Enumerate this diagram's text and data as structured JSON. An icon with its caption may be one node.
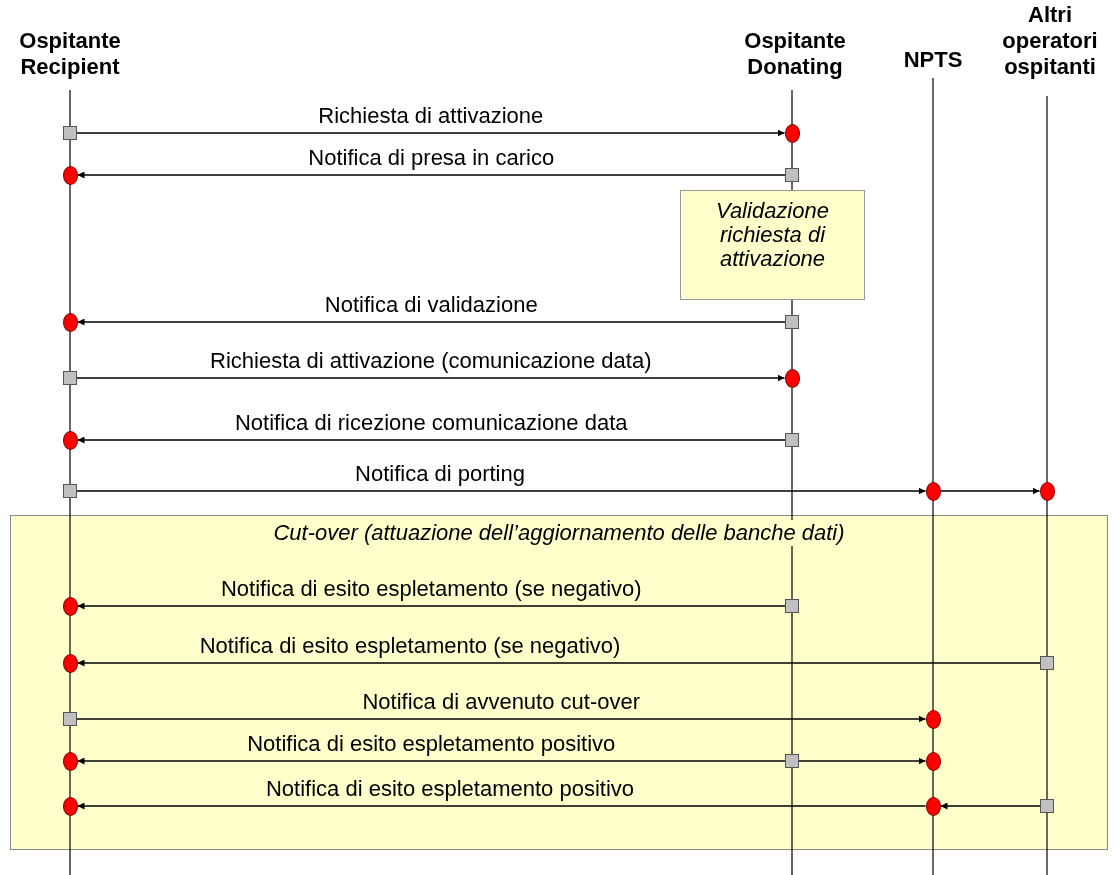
{
  "diagram": {
    "nodes": [
      {
        "text": [
          "Ospitante Recipient"
        ]
      },
      {
        "text": [
          "Ospitante Donating"
        ]
      },
      {
        "text": [
          "NPTS"
        ]
      },
      {
        "text": [
          "Altri operatori ospitanti"
        ]
      },
      {
        "text": [
          "Validazione richiesta di attivazione"
        ]
      },
      {
        "text": [
          "Cut-over (attuazione dell’aggiornamento delle banche dati)"
        ]
      },
      {
        "text": [],
        "shape": "box"
      },
      {
        "text": [],
        "shape": "circle"
      },
      {
        "text": [],
        "shape": "circle"
      },
      {
        "text": [],
        "shape": "box"
      },
      {
        "text": [],
        "shape": "circle"
      },
      {
        "text": [],
        "shape": "box"
      },
      {
        "text": [],
        "shape": "box"
      },
      {
        "text": [],
        "shape": "circle"
      },
      {
        "text": [],
        "shape": "circle"
      },
      {
        "text": [],
        "shape": "box"
      },
      {
        "text": [],
        "shape": "box"
      },
      {
        "text": [],
        "shape": "circle"
      },
      {
        "text": [],
        "shape": "circle"
      },
      {
        "text": [],
        "shape": "circle",
        "in": 5
      },
      {
        "text": [],
        "shape": "box",
        "in": 5
      },
      {
        "text": [],
        "shape": "circle",
        "in": 5
      },
      {
        "text": [],
        "shape": "box",
        "in": 5
      },
      {
        "text": [],
        "shape": "box",
        "in": 5
      },
      {
        "text": [],
        "shape": "circle",
        "in": 5
      },
      {
        "text": [],
        "shape": "circle",
        "in": 5
      },
      {
        "text": [],
        "shape": "box",
        "in": 5
      },
      {
        "text": [],
        "shape": "circle",
        "in": 5
      },
      {
        "text": [],
        "shape": "circle",
        "in": 5
      },
      {
        "text": [],
        "shape": "circle",
        "in": 5
      },
      {
        "text": [],
        "shape": "box",
        "in": 5
      }
    ],
    "edges": [
      {
        "from": 6,
        "to": 7,
        "arrow": "to",
        "label": "Richiesta di attivazione"
      },
      {
        "from": 9,
        "to": 8,
        "arrow": "to",
        "label": "Notifica di presa in carico"
      },
      {
        "from": 11,
        "to": 10,
        "arrow": "to",
        "label": "Notifica di validazione"
      },
      {
        "from": 12,
        "to": 13,
        "arrow": "to",
        "label": "Richiesta di attivazione (comunicazione data)"
      },
      {
        "from": 15,
        "to": 14,
        "arrow": "to",
        "label": "Notifica di ricezione comunicazione data"
      },
      {
        "from": 16,
        "to": 17,
        "arrow": "to",
        "label": "Notifica di porting"
      },
      {
        "from": 17,
        "to": 18,
        "arrow": "to"
      },
      {
        "from": 20,
        "to": 19,
        "arrow": "to",
        "label": "Notifica di esito espletamento (se negativo)"
      },
      {
        "from": 22,
        "to": 21,
        "arrow": "to",
        "label": "Notifica di esito espletamento (se negativo)"
      },
      {
        "from": 23,
        "to": 24,
        "arrow": "to",
        "label": "Notifica di avvenuto cut-over"
      },
      {
        "from": 26,
        "to": 25,
        "arrow": "to",
        "label": "Notifica di esito espletamento positivo"
      },
      {
        "from": 26,
        "to": 27,
        "arrow": "to"
      },
      {
        "from": 30,
        "to": 29,
        "arrow": "to"
      },
      {
        "from": 29,
        "to": 28,
        "arrow": "to",
        "label": "Notifica di esito espletamento positivo"
      }
    ]
  }
}
